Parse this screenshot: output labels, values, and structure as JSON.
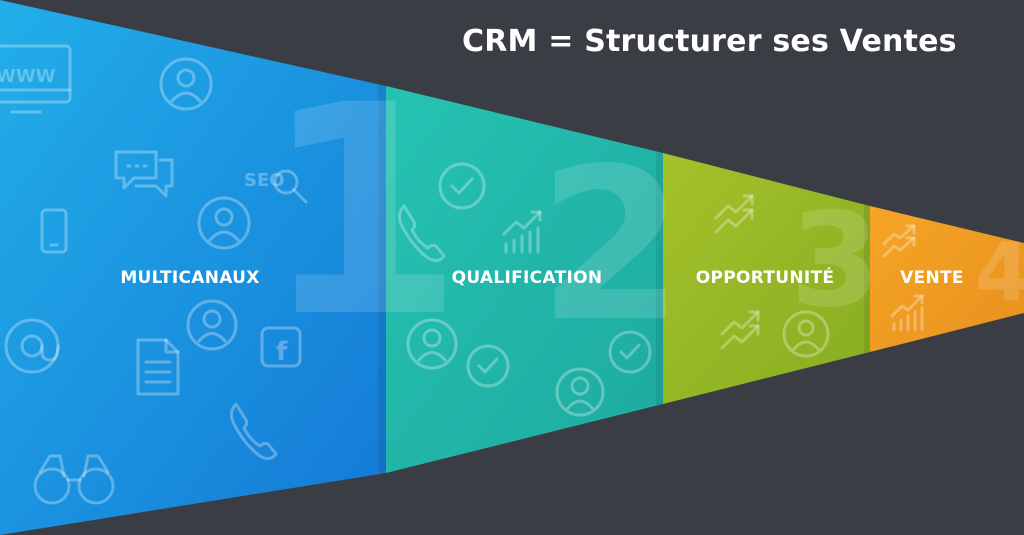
{
  "header": {
    "title": "CRM = Structurer ses Ventes"
  },
  "stages": [
    {
      "number": "1",
      "label": "MULTICANAUX",
      "color": "#1b9fe0"
    },
    {
      "number": "2",
      "label": "QUALIFICATION",
      "color": "#22b9ad"
    },
    {
      "number": "3",
      "label": "OPPORTUNITÉ",
      "color": "#97ba26"
    },
    {
      "number": "4",
      "label": "VENTE",
      "color": "#ef9e22"
    }
  ],
  "icons": {
    "www": "WWW",
    "seo": "SEO",
    "facebook": "f"
  },
  "colors": {
    "background": "#3a3d44",
    "text": "#ffffff"
  }
}
